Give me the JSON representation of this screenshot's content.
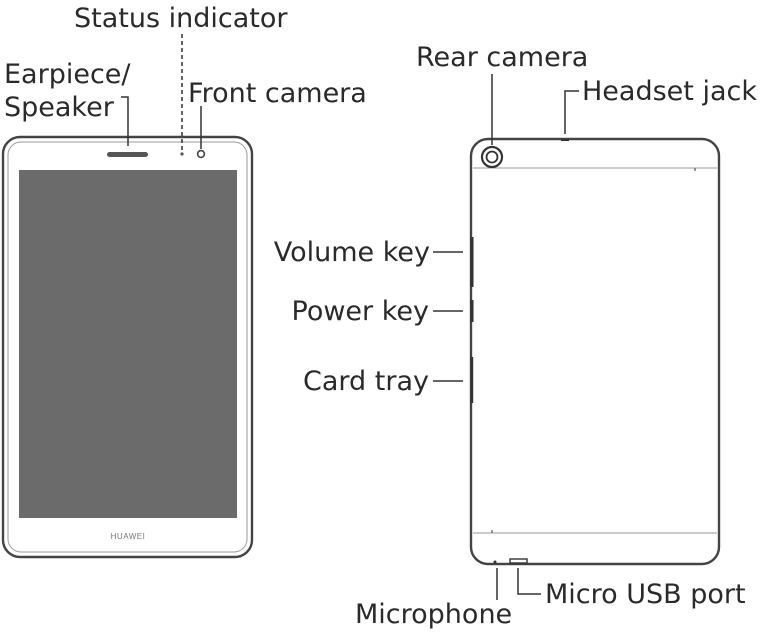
{
  "front_view": {
    "labels": {
      "status_indicator": "Status indicator",
      "earpiece_line1": "Earpiece/",
      "earpiece_line2": "Speaker",
      "front_camera": "Front camera"
    },
    "brand_text": "HUAWEI"
  },
  "rear_view": {
    "labels": {
      "rear_camera": "Rear camera",
      "headset_jack": "Headset jack",
      "volume_key": "Volume key",
      "power_key": "Power key",
      "card_tray": "Card tray",
      "microphone": "Microphone",
      "micro_usb_port": "Micro USB port"
    }
  },
  "colors": {
    "outline": "#444444",
    "screen": "#6b6b6b",
    "text": "#2a2a2a"
  }
}
